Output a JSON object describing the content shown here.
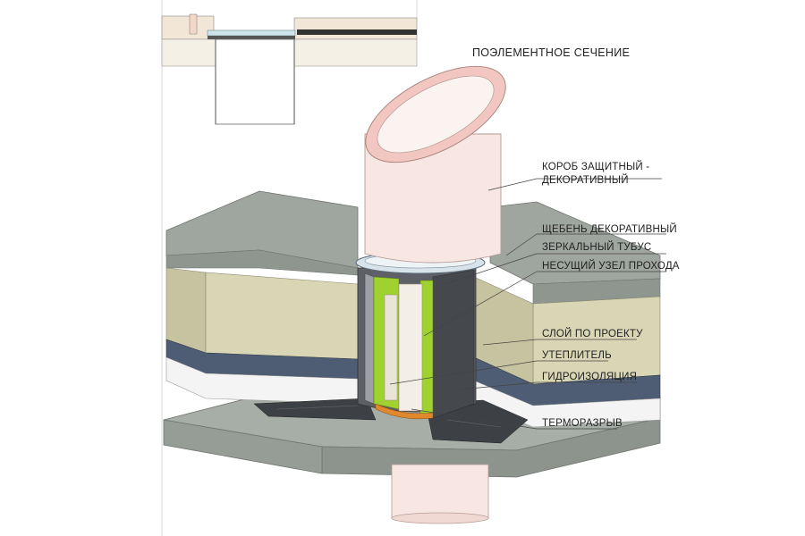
{
  "title": "ПОЭЛЕМЕНТНОЕ СЕЧЕНИЕ",
  "labels": {
    "box_line1": "КОРОБ ЗАЩИТНЫЙ -",
    "box_line2": "ДЕКОРАТИВНЫЙ",
    "gravel": "ЩЕБЕНЬ ДЕКОРАТИВНЫЙ",
    "tube": "ЗЕРКАЛЬНЫЙ ТУБУС",
    "node": "НЕСУЩИЙ УЗЕЛ ПРОХОДА",
    "layer": "СЛОЙ ПО ПРОЕКТУ",
    "insulation": "УТЕПЛИТЕЛЬ",
    "waterproofing": "ГИДРОИЗОЛЯЦИЯ",
    "thermal_break": "ТЕРМОРАЗРЫВ"
  },
  "colors": {
    "slab_top": "#a7ada7",
    "slab_side": "#8d938d",
    "insulation": "#d8d6b4",
    "insulation_side": "#c6c4a0",
    "waterproofing": "#4f5d74",
    "gravel_top": "#9fa59f",
    "pipe": "#f7e6e1",
    "pipe_rim": "#f2c7c2",
    "lime": "#9fd22f",
    "orange": "#e0882e"
  }
}
